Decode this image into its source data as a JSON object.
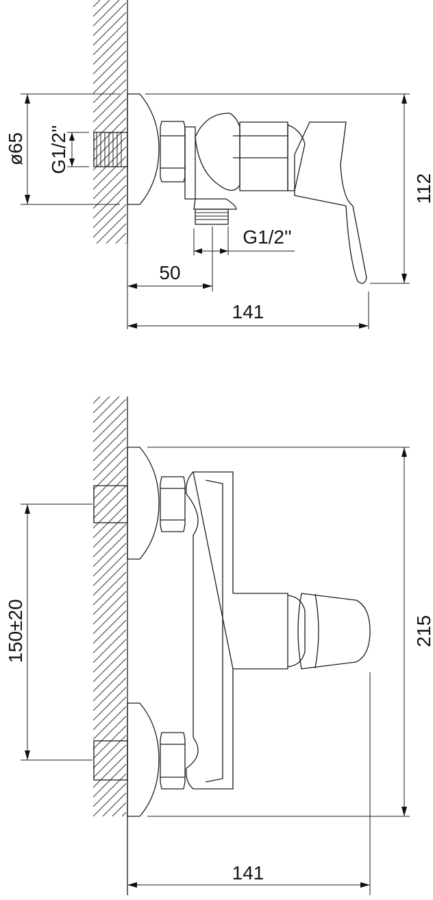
{
  "side_view": {
    "escutcheon_diameter": "ø65",
    "inlet_thread": "G1/2''",
    "outlet_thread": "G1/2''",
    "outlet_offset": "50",
    "depth": "141",
    "height": "112"
  },
  "front_view": {
    "inlet_spacing": "150±20",
    "height": "215",
    "depth": "141"
  }
}
